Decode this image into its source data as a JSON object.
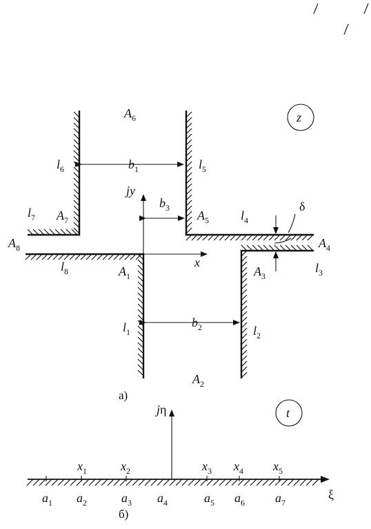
{
  "figure_a": {
    "caption": "а)",
    "plane_label": "z",
    "axis_x": "x",
    "axis_y_prefix": "j",
    "axis_y_var": "y",
    "delta": "δ",
    "points": [
      {
        "main": "A",
        "sub": "1"
      },
      {
        "main": "A",
        "sub": "2"
      },
      {
        "main": "A",
        "sub": "3"
      },
      {
        "main": "A",
        "sub": "4"
      },
      {
        "main": "A",
        "sub": "5"
      },
      {
        "main": "A",
        "sub": "6"
      },
      {
        "main": "A",
        "sub": "7"
      },
      {
        "main": "A",
        "sub": "8"
      }
    ],
    "walls": [
      {
        "main": "l",
        "sub": "1"
      },
      {
        "main": "l",
        "sub": "2"
      },
      {
        "main": "l",
        "sub": "3"
      },
      {
        "main": "l",
        "sub": "4"
      },
      {
        "main": "l",
        "sub": "5"
      },
      {
        "main": "l",
        "sub": "6"
      },
      {
        "main": "l",
        "sub": "7"
      },
      {
        "main": "l",
        "sub": "8"
      }
    ],
    "widths": [
      {
        "main": "b",
        "sub": "1"
      },
      {
        "main": "b",
        "sub": "2"
      },
      {
        "main": "b",
        "sub": "3"
      }
    ]
  },
  "figure_b": {
    "caption": "б)",
    "plane_label": "t",
    "axis_xi": "ξ",
    "axis_eta_prefix": "j",
    "axis_eta_var": "η",
    "a_points": [
      {
        "main": "a",
        "sub": "1"
      },
      {
        "main": "a",
        "sub": "2"
      },
      {
        "main": "a",
        "sub": "3"
      },
      {
        "main": "a",
        "sub": "4"
      },
      {
        "main": "a",
        "sub": "5"
      },
      {
        "main": "a",
        "sub": "6"
      },
      {
        "main": "a",
        "sub": "7"
      }
    ],
    "x_points": [
      {
        "main": "x",
        "sub": "1"
      },
      {
        "main": "x",
        "sub": "2"
      },
      {
        "main": "x",
        "sub": "3"
      },
      {
        "main": "x",
        "sub": "4"
      },
      {
        "main": "x",
        "sub": "5"
      }
    ]
  }
}
